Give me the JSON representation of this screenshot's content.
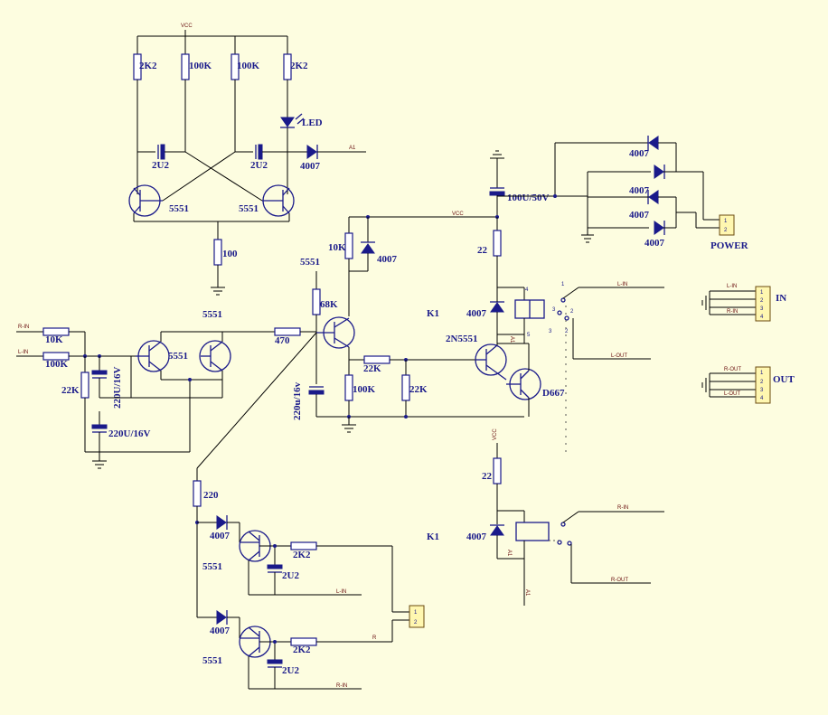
{
  "labels": {
    "osc_r1": "2K2",
    "osc_r2": "100K",
    "osc_r3": "100K",
    "osc_r4": "2K2",
    "led": "LED",
    "osc_c1": "2U2",
    "osc_c2": "2U2",
    "osc_d1": "4007",
    "net_a1_top": "A1",
    "osc_q1": "5551",
    "osc_q2": "5551",
    "osc_re": "100",
    "psu_cap": "100U/50V",
    "psu_d1": "4007",
    "psu_d2": "4007",
    "psu_d3": "4007",
    "psu_d4": "4007",
    "power": "POWER",
    "vcc_top": "VCC",
    "vcc_mid": "VCC",
    "vcc_low": "VCC",
    "r10k": "10K",
    "q_mid_label": "5551",
    "d_mid": "4007",
    "r68k": "68K",
    "r22_top": "22",
    "d_k1a": "4007",
    "k1_a": "K1",
    "q_driver": "2N5551",
    "q_power": "D667",
    "r22k_h": "22K",
    "r100k_v": "100K",
    "r22k_v": "22K",
    "c220u_16v_low": "220u/16v",
    "in_label": "IN",
    "out_label": "OUT",
    "rin_label": "R-IN",
    "lin_label": "L-IN",
    "r10k_in": "10K",
    "r100k_in": "100K",
    "q_in_label": "5551",
    "q_in_label2": "5551",
    "r22k_in": "22K",
    "c220u_v": "220U/16V",
    "c220u_h": "220U/16V",
    "r470": "470",
    "r220": "220",
    "det_d1": "4007",
    "det_q1": "5551",
    "det_r1": "2K2",
    "det_c1": "2U2",
    "det_d2": "4007",
    "det_q2": "5551",
    "det_r2": "2K2",
    "det_c2": "2U2",
    "r22_bottom": "22",
    "d_k1b": "4007",
    "k1_b": "K1",
    "net_lin_top": "L-IN",
    "net_lout": "L-OUT",
    "net_rin_relay": "R-IN",
    "net_rout": "R-OUT",
    "net_lin_det": "L-IN",
    "net_r_det": "R",
    "net_rin_det": "R-IN",
    "in_lin": "L-IN",
    "in_rin": "R-IN",
    "out_rout": "R-OUT",
    "out_lout": "L-OUT",
    "net_a1_relay": "A1",
    "net_a1_relay_b": "A1",
    "net_a1_bottom": "A1",
    "pin1": "1",
    "pin2": "2",
    "pin3": "3",
    "pin4": "4",
    "rpin1": "1",
    "rpin2": "2",
    "rpin3": "3",
    "rpin4": "4",
    "rpin5": "5",
    "rpin1b": "1",
    "rpin2b": "2",
    "rpin3b": "3"
  }
}
